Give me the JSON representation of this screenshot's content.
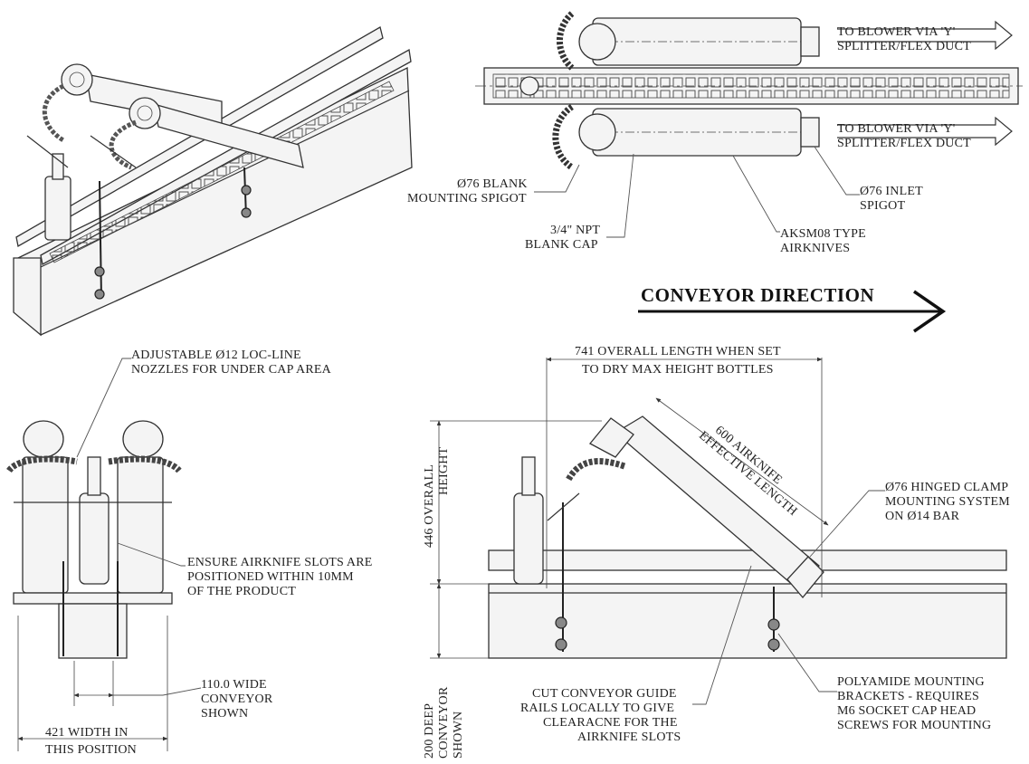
{
  "labels": {
    "blower_top": [
      "TO BLOWER VIA 'Y'",
      "SPLITTER/FLEX DUCT"
    ],
    "blower_bottom": [
      "TO BLOWER VIA 'Y'",
      "SPLITTER/FLEX DUCT"
    ],
    "blank_spigot": [
      "Ø76 BLANK",
      "MOUNTING SPIGOT"
    ],
    "inlet_spigot": [
      "Ø76 INLET",
      "SPIGOT"
    ],
    "blank_cap": [
      "3/4\" NPT",
      "BLANK CAP"
    ],
    "airknives_type": [
      "AKSM08 TYPE",
      "AIRKNIVES"
    ],
    "conveyor_direction": "CONVEYOR DIRECTION",
    "loc_line": [
      "ADJUSTABLE Ø12 LOC-LINE",
      "NOZZLES FOR UNDER CAP AREA"
    ],
    "slots_position": [
      "ENSURE AIRKNIFE SLOTS ARE",
      "POSITIONED WITHIN 10MM",
      "OF THE PRODUCT"
    ],
    "conveyor_width": [
      "110.0 WIDE",
      "CONVEYOR",
      "SHOWN"
    ],
    "width_position": [
      "421 WIDTH IN",
      "THIS POSITION"
    ],
    "overall_length": [
      "741 OVERALL LENGTH WHEN SET",
      "TO DRY MAX HEIGHT BOTTLES"
    ],
    "effective_length": [
      "600 AIRKNIFE",
      "EFFECTIVE LENGTH"
    ],
    "hinged_clamp": [
      "Ø76 HINGED CLAMP",
      "MOUNTING SYSTEM",
      "ON Ø14 BAR"
    ],
    "overall_height": [
      "446 OVERALL",
      "HEIGHT"
    ],
    "conveyor_depth": [
      "200 DEEP",
      "CONVEYOR",
      "SHOWN"
    ],
    "guide_rails": [
      "CUT CONVEYOR GUIDE",
      "RAILS LOCALLY TO GIVE",
      "CLEARACNE FOR THE",
      "AIRKNIFE SLOTS"
    ],
    "brackets": [
      "POLYAMIDE MOUNTING",
      "BRACKETS - REQUIRES",
      "M6 SOCKET CAP HEAD",
      "SCREWS FOR MOUNTING"
    ]
  }
}
